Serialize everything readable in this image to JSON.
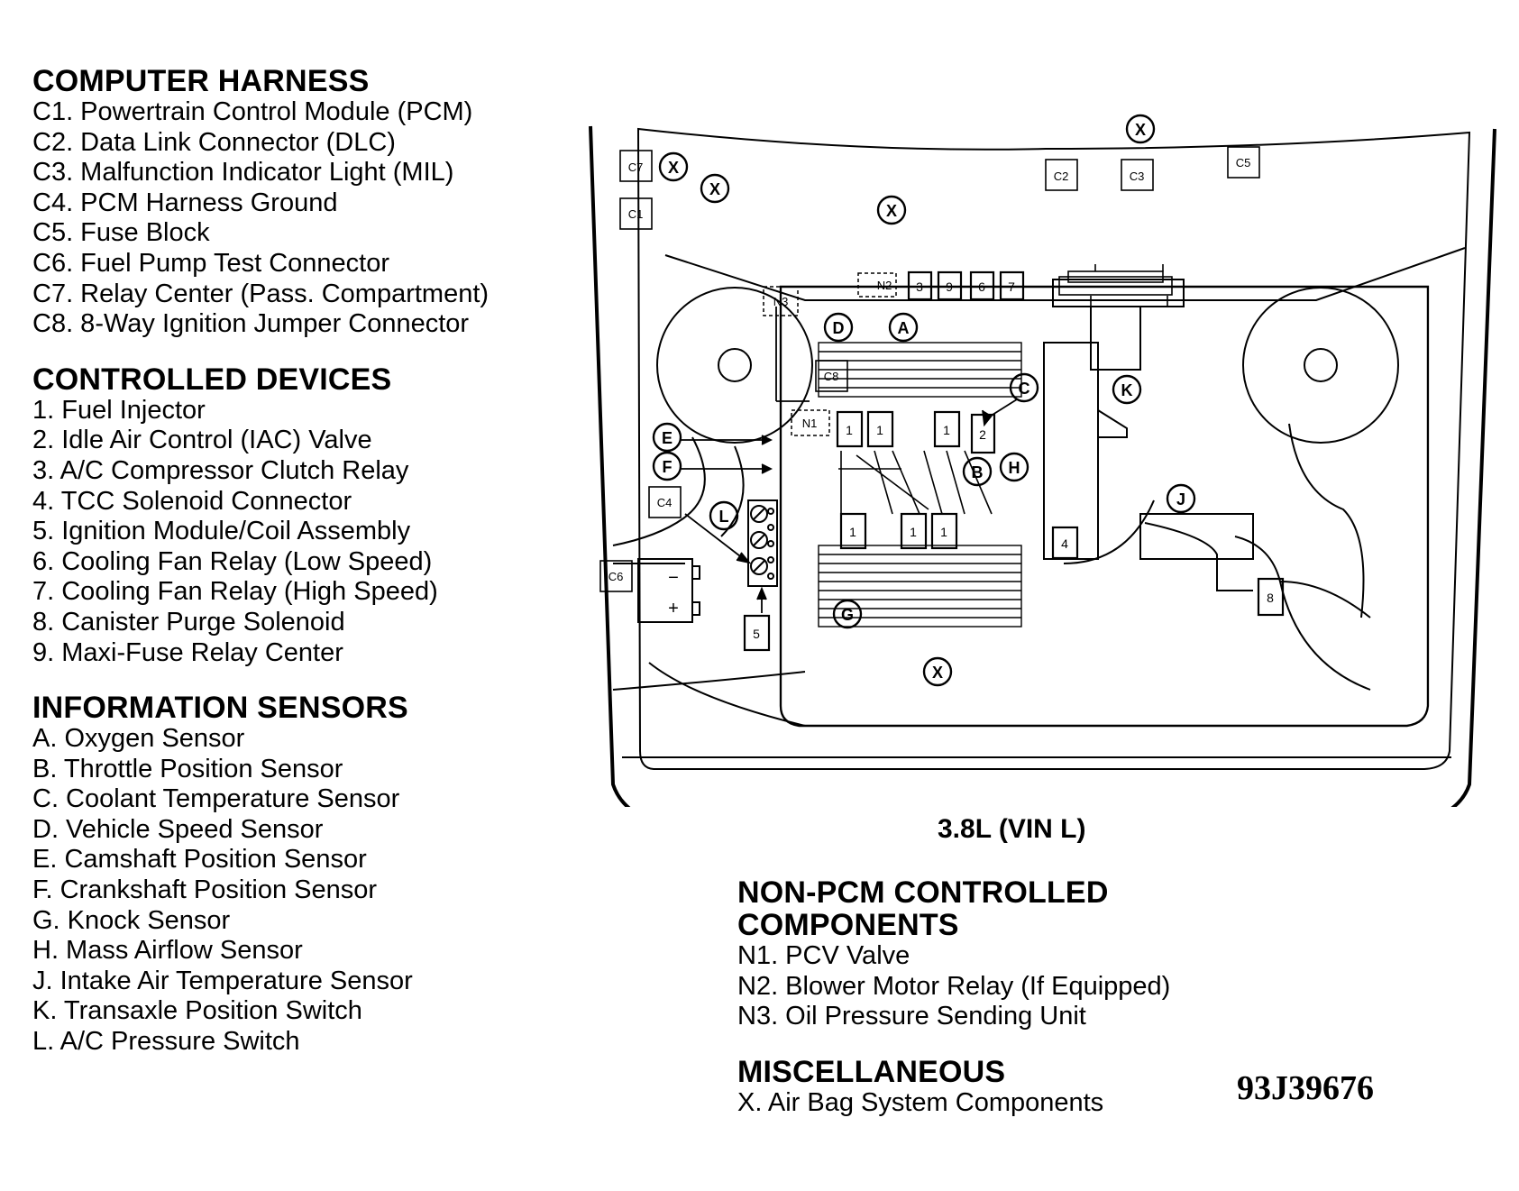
{
  "sections": [
    {
      "title": "COMPUTER HARNESS",
      "items": [
        "C1. Powertrain Control Module (PCM)",
        "C2. Data Link Connector (DLC)",
        "C3. Malfunction Indicator Light (MIL)",
        "C4. PCM Harness Ground",
        "C5. Fuse Block",
        "C6. Fuel Pump Test Connector",
        "C7. Relay Center (Pass. Compartment)",
        "C8. 8-Way Ignition Jumper Connector"
      ]
    },
    {
      "title": "CONTROLLED DEVICES",
      "items": [
        "1. Fuel Injector",
        "2. Idle Air Control (IAC) Valve",
        "3. A/C Compressor Clutch Relay",
        "4. TCC Solenoid Connector",
        "5. Ignition Module/Coil Assembly",
        "6. Cooling Fan Relay (Low Speed)",
        "7. Cooling Fan Relay (High Speed)",
        "8. Canister Purge Solenoid",
        "9. Maxi-Fuse Relay Center"
      ]
    },
    {
      "title": "INFORMATION SENSORS",
      "items": [
        "A. Oxygen Sensor",
        "B. Throttle Position Sensor",
        "C. Coolant Temperature Sensor",
        "D. Vehicle Speed Sensor",
        "E. Camshaft Position Sensor",
        "F. Crankshaft Position Sensor",
        "G. Knock Sensor",
        "H. Mass Airflow Sensor",
        "J. Intake Air Temperature Sensor",
        "K. Transaxle Position Switch",
        "L. A/C Pressure Switch"
      ]
    }
  ],
  "right_sections": [
    {
      "title_lines": [
        "NON-PCM CONTROLLED",
        "COMPONENTS"
      ],
      "items": [
        "N1. PCV Valve",
        "N2. Blower Motor Relay (If Equipped)",
        "N3. Oil Pressure Sending Unit"
      ]
    },
    {
      "title_lines": [
        "MISCELLANEOUS"
      ],
      "items": [
        "X. Air Bag System Components"
      ]
    }
  ],
  "caption": "3.8L (VIN L)",
  "figure_code": "93J39676",
  "diagram_labels": {
    "C1": "C1",
    "C2": "C2",
    "C3": "C3",
    "C4": "C4",
    "C5": "C5",
    "C6": "C6",
    "C7": "C7",
    "C8": "C8",
    "N1": "N1",
    "N2": "N2",
    "N3": "N3",
    "A": "A",
    "B": "B",
    "C": "C",
    "D": "D",
    "E": "E",
    "F": "F",
    "G": "G",
    "H": "H",
    "J": "J",
    "K": "K",
    "L": "L",
    "X": "X",
    "one": "1",
    "two": "2",
    "three": "3",
    "four": "4",
    "five": "5",
    "six": "6",
    "seven": "7",
    "eight": "8",
    "nine": "9",
    "minus": "−",
    "plus": "+"
  }
}
